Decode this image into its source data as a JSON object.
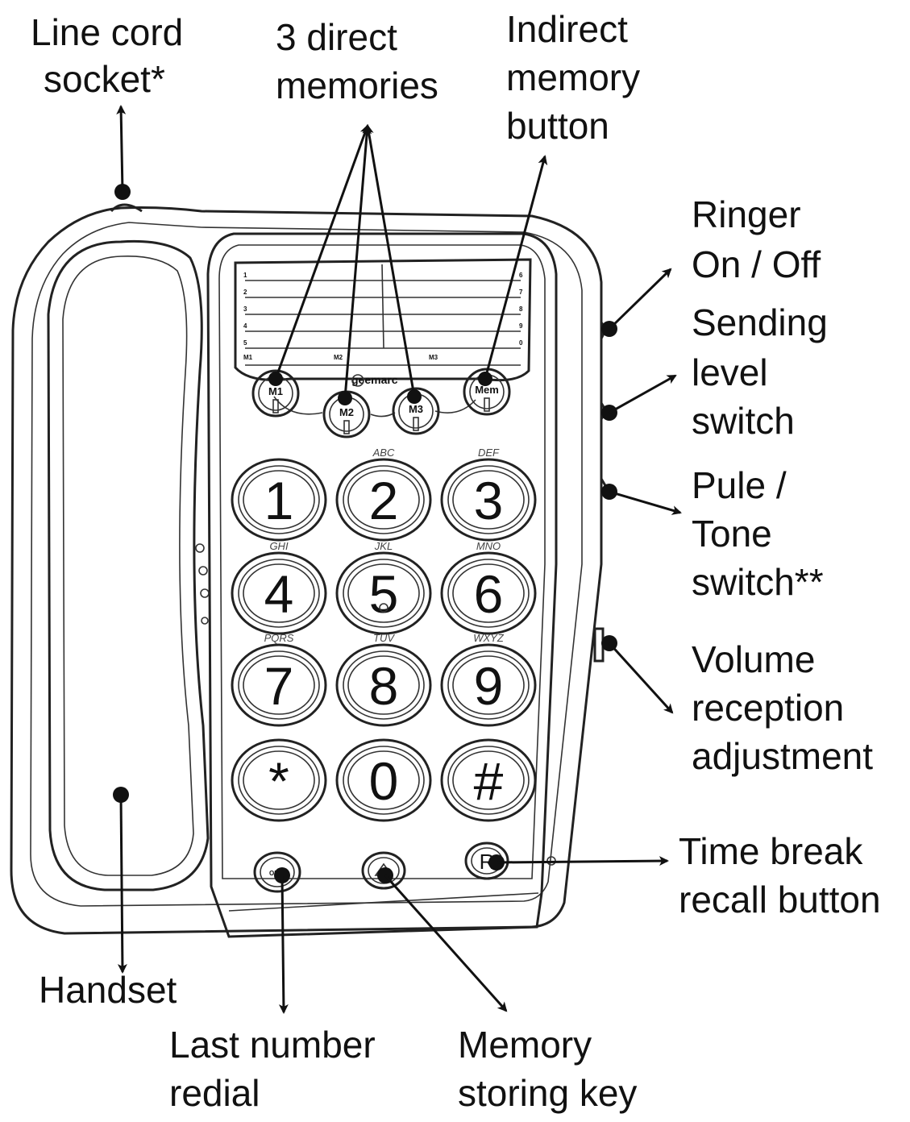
{
  "labels": {
    "line_cord_socket": [
      "Line cord",
      "socket*"
    ],
    "direct_memories": [
      "3 direct",
      "memories"
    ],
    "indirect_memory": [
      "Indirect",
      "memory",
      "button"
    ],
    "ringer": [
      "Ringer",
      "On / Off"
    ],
    "sending_level": [
      "Sending",
      "level",
      "switch"
    ],
    "pulse_tone": [
      "Pule /",
      "Tone",
      "switch**"
    ],
    "volume_reception": [
      "Volume",
      "reception",
      "adjustment"
    ],
    "time_break_recall": [
      "Time break",
      "recall button"
    ],
    "handset": [
      "Handset"
    ],
    "last_number_redial": [
      "Last number",
      "redial"
    ],
    "memory_storing_key": [
      "Memory",
      "storing key"
    ]
  },
  "keypad": [
    {
      "digit": "1",
      "letters": ""
    },
    {
      "digit": "2",
      "letters": "ABC"
    },
    {
      "digit": "3",
      "letters": "DEF"
    },
    {
      "digit": "4",
      "letters": "GHI"
    },
    {
      "digit": "5",
      "letters": "JKL"
    },
    {
      "digit": "6",
      "letters": "MNO"
    },
    {
      "digit": "7",
      "letters": "PQRS"
    },
    {
      "digit": "8",
      "letters": "TUV"
    },
    {
      "digit": "9",
      "letters": "WXYZ"
    },
    {
      "digit": "*",
      "letters": ""
    },
    {
      "digit": "0",
      "letters": ""
    },
    {
      "digit": "#",
      "letters": ""
    }
  ],
  "memory_buttons": [
    "M1",
    "M2",
    "M3",
    "Mem"
  ],
  "card_left_numbers": [
    "1",
    "2",
    "3",
    "4",
    "5"
  ],
  "card_right_numbers": [
    "6",
    "7",
    "8",
    "9",
    "0"
  ],
  "card_bottom_labels": [
    "M1",
    "M2",
    "M3"
  ],
  "brand": "geemarc",
  "bottom_keys": [
    "OR-P",
    "",
    "R"
  ]
}
